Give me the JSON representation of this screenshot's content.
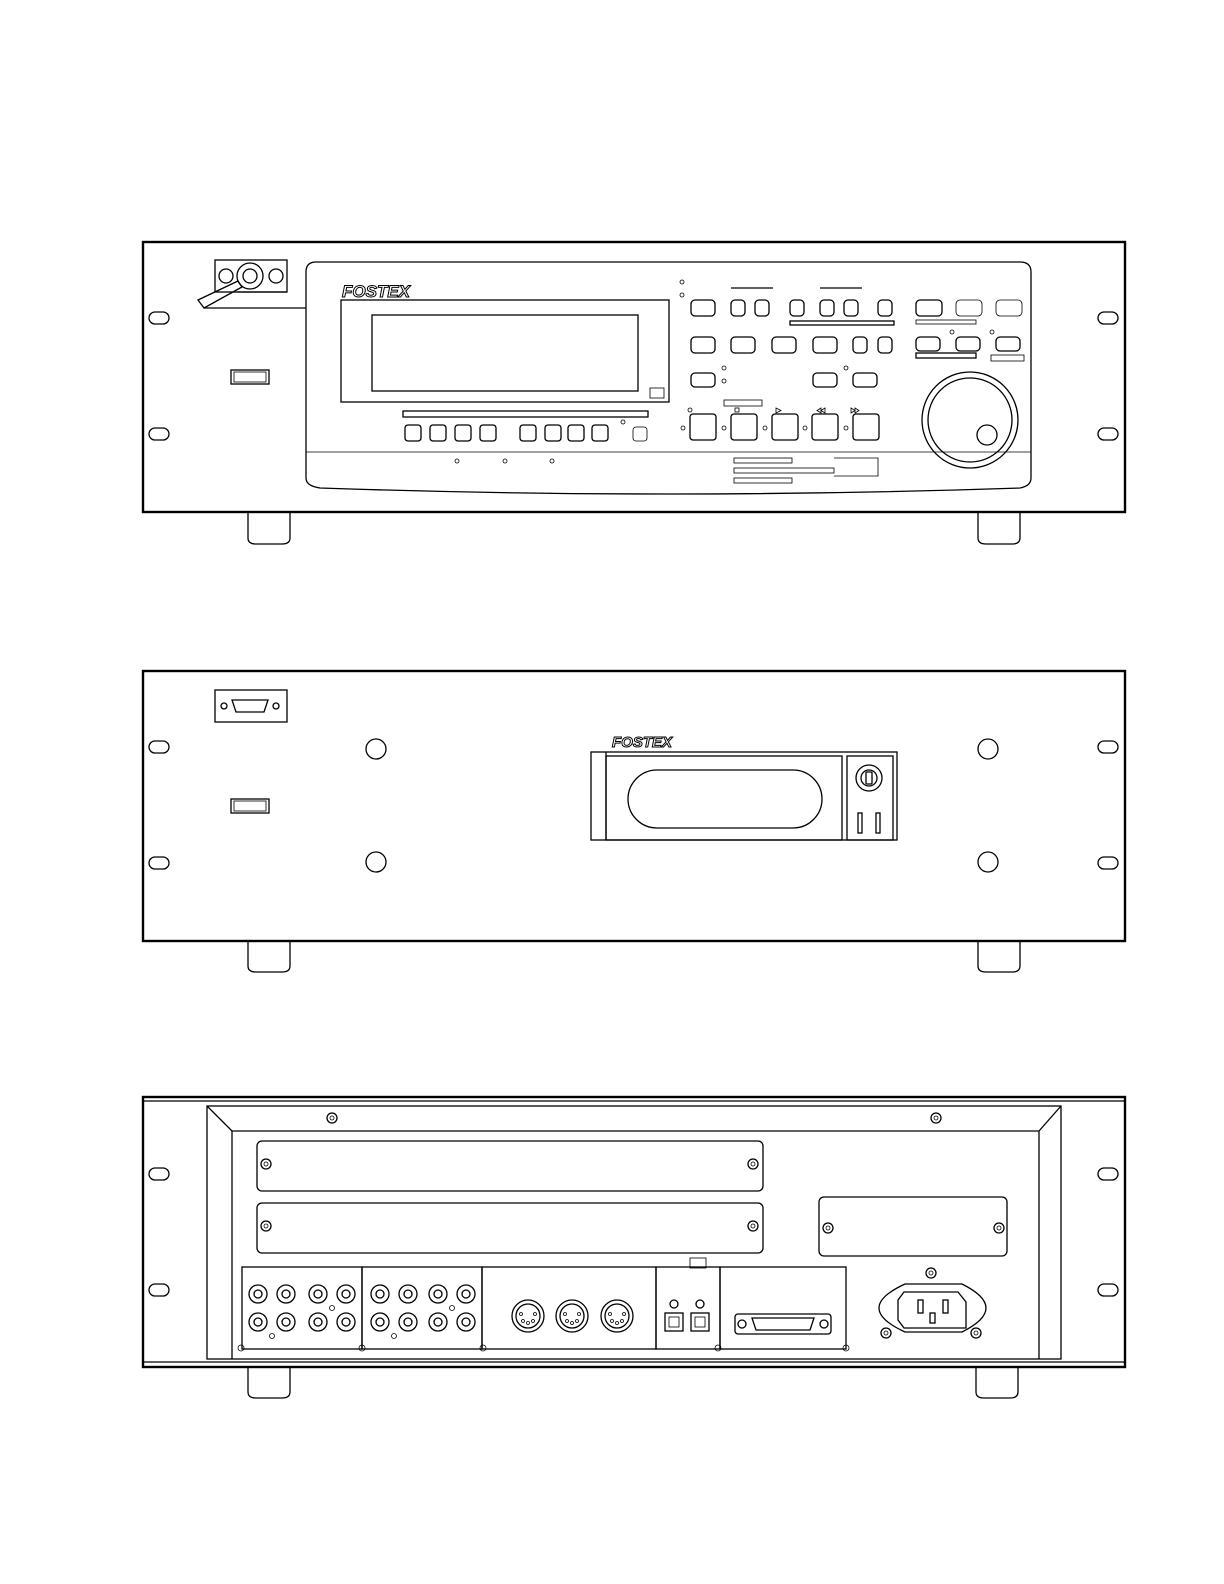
{
  "brand": "FOSTEX",
  "views": [
    {
      "id": "front-panel",
      "description_hidden": ""
    },
    {
      "id": "front-panel-cover"
    },
    {
      "id": "rear-panel"
    }
  ],
  "icons": {
    "play": "play-icon",
    "rewind": "rewind-icon",
    "fast_forward": "fast-forward-icon",
    "stop": "stop-icon"
  },
  "colors": {
    "line": "#000000",
    "background": "#ffffff"
  }
}
